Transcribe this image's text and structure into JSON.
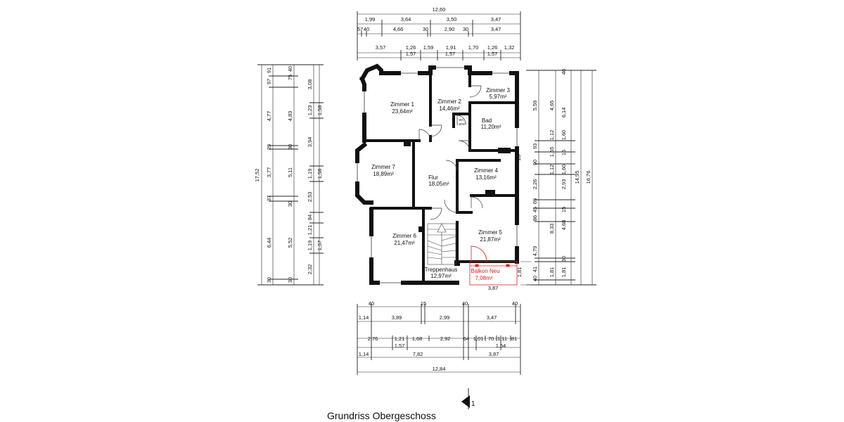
{
  "title": "Grundriss Obergeschoss",
  "north_label": "1",
  "rooms": [
    {
      "name": "Zimmer 1",
      "area": "23,64m²"
    },
    {
      "name": "Zimmer 2",
      "area": "14,46m²"
    },
    {
      "name": "Zimmer 3",
      "area": "5,97m²"
    },
    {
      "name": "Bad",
      "area": "11,20m²"
    },
    {
      "name": "WC",
      "area": "1,80m²"
    },
    {
      "name": "Zimmer 7",
      "area": "18,89m²"
    },
    {
      "name": "Flur",
      "area": "18,05m²"
    },
    {
      "name": "Zimmer 4",
      "area": "13,16m²"
    },
    {
      "name": "Zimmer 6",
      "area": "21,47m²"
    },
    {
      "name": "Zimmer 5",
      "area": "21,87m²"
    },
    {
      "name": "Treppenhaus",
      "area": "12,97m²"
    },
    {
      "name": "Balkon Neu",
      "area": "7,08m²"
    }
  ],
  "accent_color": "#e02020",
  "dims": {
    "top_total": "12,60",
    "top1": [
      "1,99",
      "3,64",
      "3,50",
      "3,47"
    ],
    "top2": [
      "57",
      "40",
      "4,66",
      "30",
      "2,90",
      "30",
      "3,47"
    ],
    "top3": [
      "3,57",
      "1,26",
      "1,59",
      "1,91",
      "1,70",
      "1,26",
      "1,32"
    ],
    "top3b": [
      "1,57",
      "1,57",
      "1,57"
    ],
    "left_total": "17,52",
    "left1": [
      "91",
      "97",
      "4,77",
      "29",
      "3,77",
      "37",
      "6,44",
      "30"
    ],
    "left2": [
      "40",
      "75",
      "4,83",
      "30",
      "5,11",
      "30",
      "5,52",
      "30"
    ],
    "left3": [
      "3,08",
      "1,23",
      "3,94",
      "1,19",
      "2,53",
      "84",
      "1,21",
      "1,19",
      "2,32"
    ],
    "left3b": [
      "1,58",
      "1,58",
      "1,57"
    ],
    "right1": [
      "5,59",
      "93",
      "90",
      "2,26",
      "69",
      "45",
      "86",
      "4,79",
      "41",
      "40"
    ],
    "right2": [
      "4,65",
      "1,12",
      "1,55",
      "1,12",
      "8,33",
      "1,81"
    ],
    "right3": [
      "40",
      "6,14",
      "1,60",
      "16",
      "28",
      "1,60",
      "2,93",
      "15",
      "4,68",
      "30",
      "1,81"
    ],
    "right_t1": "14,95",
    "right_t2": "16,76",
    "bal_width": "3,87",
    "bal_depth": "1,81",
    "bot1": [
      "40",
      "15",
      "40",
      "40"
    ],
    "bot1b": [
      "1,14",
      "3,89",
      "2,99",
      "3,47"
    ],
    "bot2": [
      "2,76",
      "1,21",
      "1,68",
      "2,92",
      "64",
      "1,01",
      "70",
      "1,11",
      "81"
    ],
    "bot2b": [
      "1,57",
      "1,54"
    ],
    "bot3": [
      "1,14",
      "7,82",
      "3,87"
    ],
    "bot_total": "12,84"
  }
}
